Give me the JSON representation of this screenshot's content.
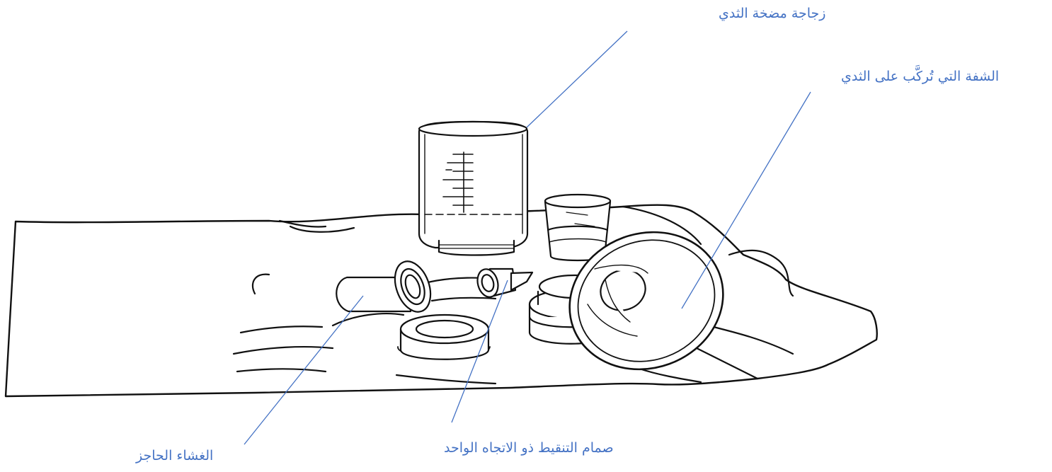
{
  "diagram": {
    "labels": {
      "bottle": "زجاجة مضخة الثدي",
      "flange": "الشفة التي تُركَّب على الثدي",
      "valve": "صمام التنقيط ذو الاتجاه الواحد",
      "membrane": "الغشاء الحاجز"
    },
    "colors": {
      "label_text": "#4472c4",
      "leader_line": "#4472c4",
      "drawing_stroke": "#111111",
      "background": "#ffffff"
    }
  }
}
